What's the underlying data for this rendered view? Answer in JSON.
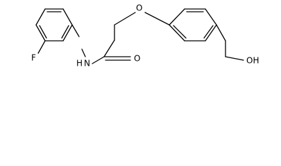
{
  "molecule": {
    "atom_labels": {
      "fluorine": "F",
      "nitrogen_h": "H",
      "nitrogen": "N",
      "carbonyl_oxygen": "O",
      "ether_oxygen": "O",
      "hydroxyl": "OH"
    },
    "colors": {
      "bond": "#000000",
      "label": "#000000",
      "background": "#ffffff"
    }
  }
}
